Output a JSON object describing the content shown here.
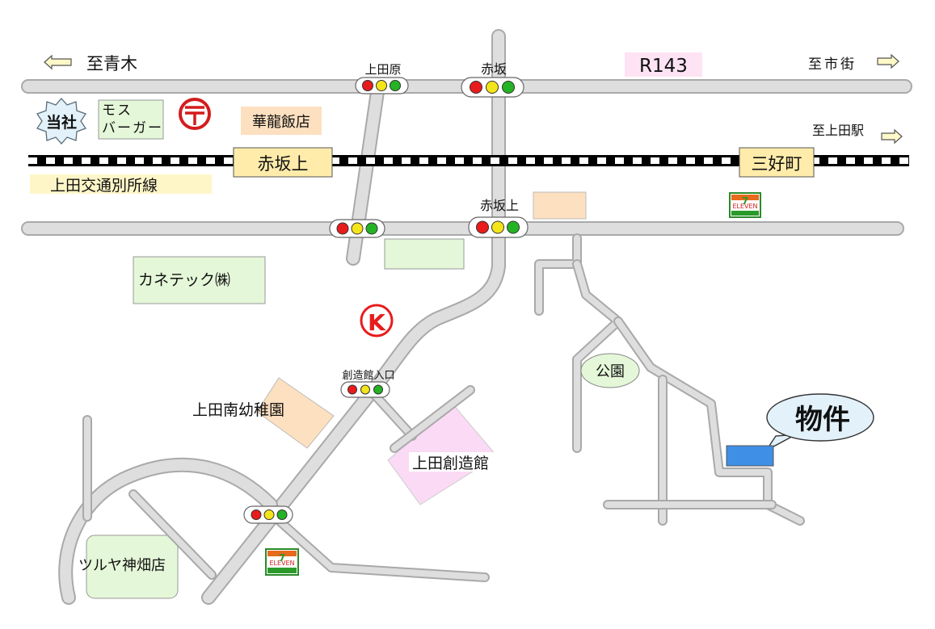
{
  "directions": {
    "aoki": "至青木",
    "ichimachi": "至市街",
    "uedaeki": "至上田駅"
  },
  "route": "R143",
  "landmarks": {
    "office": "当社",
    "mos": "モス\nバーガー",
    "karyu": "華龍飯店",
    "kanetech": "カネテック㈱",
    "kindergarten": "上田南幼稚園",
    "sozokan": "上田創造館",
    "tsutaya": "ツルヤ神畑店",
    "park": "公園",
    "property": "物件"
  },
  "railway": {
    "line_name": "上田交通別所線",
    "station_west": "赤坂上",
    "station_east": "三好町"
  },
  "signals": {
    "uedahara": "上田原",
    "akasaka": "赤坂",
    "akasakaue": "赤坂上",
    "sozokan_iriguchi": "創造館入口"
  },
  "store_logos": {
    "seven_eleven": "ELEVEN",
    "circle_k": "K"
  },
  "colors": {
    "road_fill": "#dedede",
    "road_edge": "#a9a9a9",
    "label_yellow": "#fff6c8",
    "label_yellow_strong": "#ffecaa",
    "green_block": "#e4f7d8",
    "orange_block": "#fde0c0",
    "pink_block": "#fbdaf5",
    "property_blue": "#3f8fe6",
    "signal_red": "#e81c1c",
    "signal_yellow": "#f4e51b",
    "signal_green": "#24b324"
  }
}
